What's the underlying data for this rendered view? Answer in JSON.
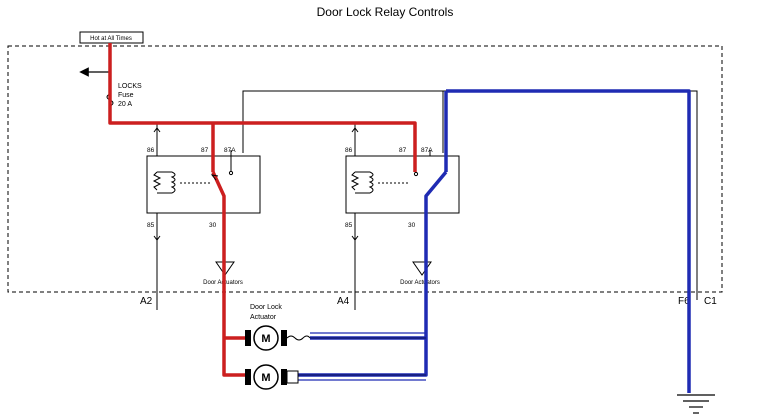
{
  "title": "Door Lock Relay Controls",
  "power_label": "Hot at All Times",
  "fuse": {
    "name": "LOCKS",
    "type": "Fuse",
    "rating": "20 A"
  },
  "relay_left": {
    "pin_86": "86",
    "pin_87": "87",
    "pin_87a": "87A",
    "pin_85": "85",
    "pin_30": "30"
  },
  "relay_right": {
    "pin_86": "86",
    "pin_87": "87",
    "pin_87a": "87A",
    "pin_85": "85",
    "pin_30": "30"
  },
  "actuator_output_label": "Door Actuators",
  "connectors": {
    "left": "A2",
    "middle": "A4",
    "right_1": "F6",
    "right_2": "C1"
  },
  "actuator_label_line1": "Door Lock",
  "actuator_label_line2": "Actuator",
  "motor_symbol": "M",
  "colors": {
    "power_wire": "#cc1f1f",
    "ground_wire": "#1f2bb3",
    "signal_wire": "#000000"
  }
}
